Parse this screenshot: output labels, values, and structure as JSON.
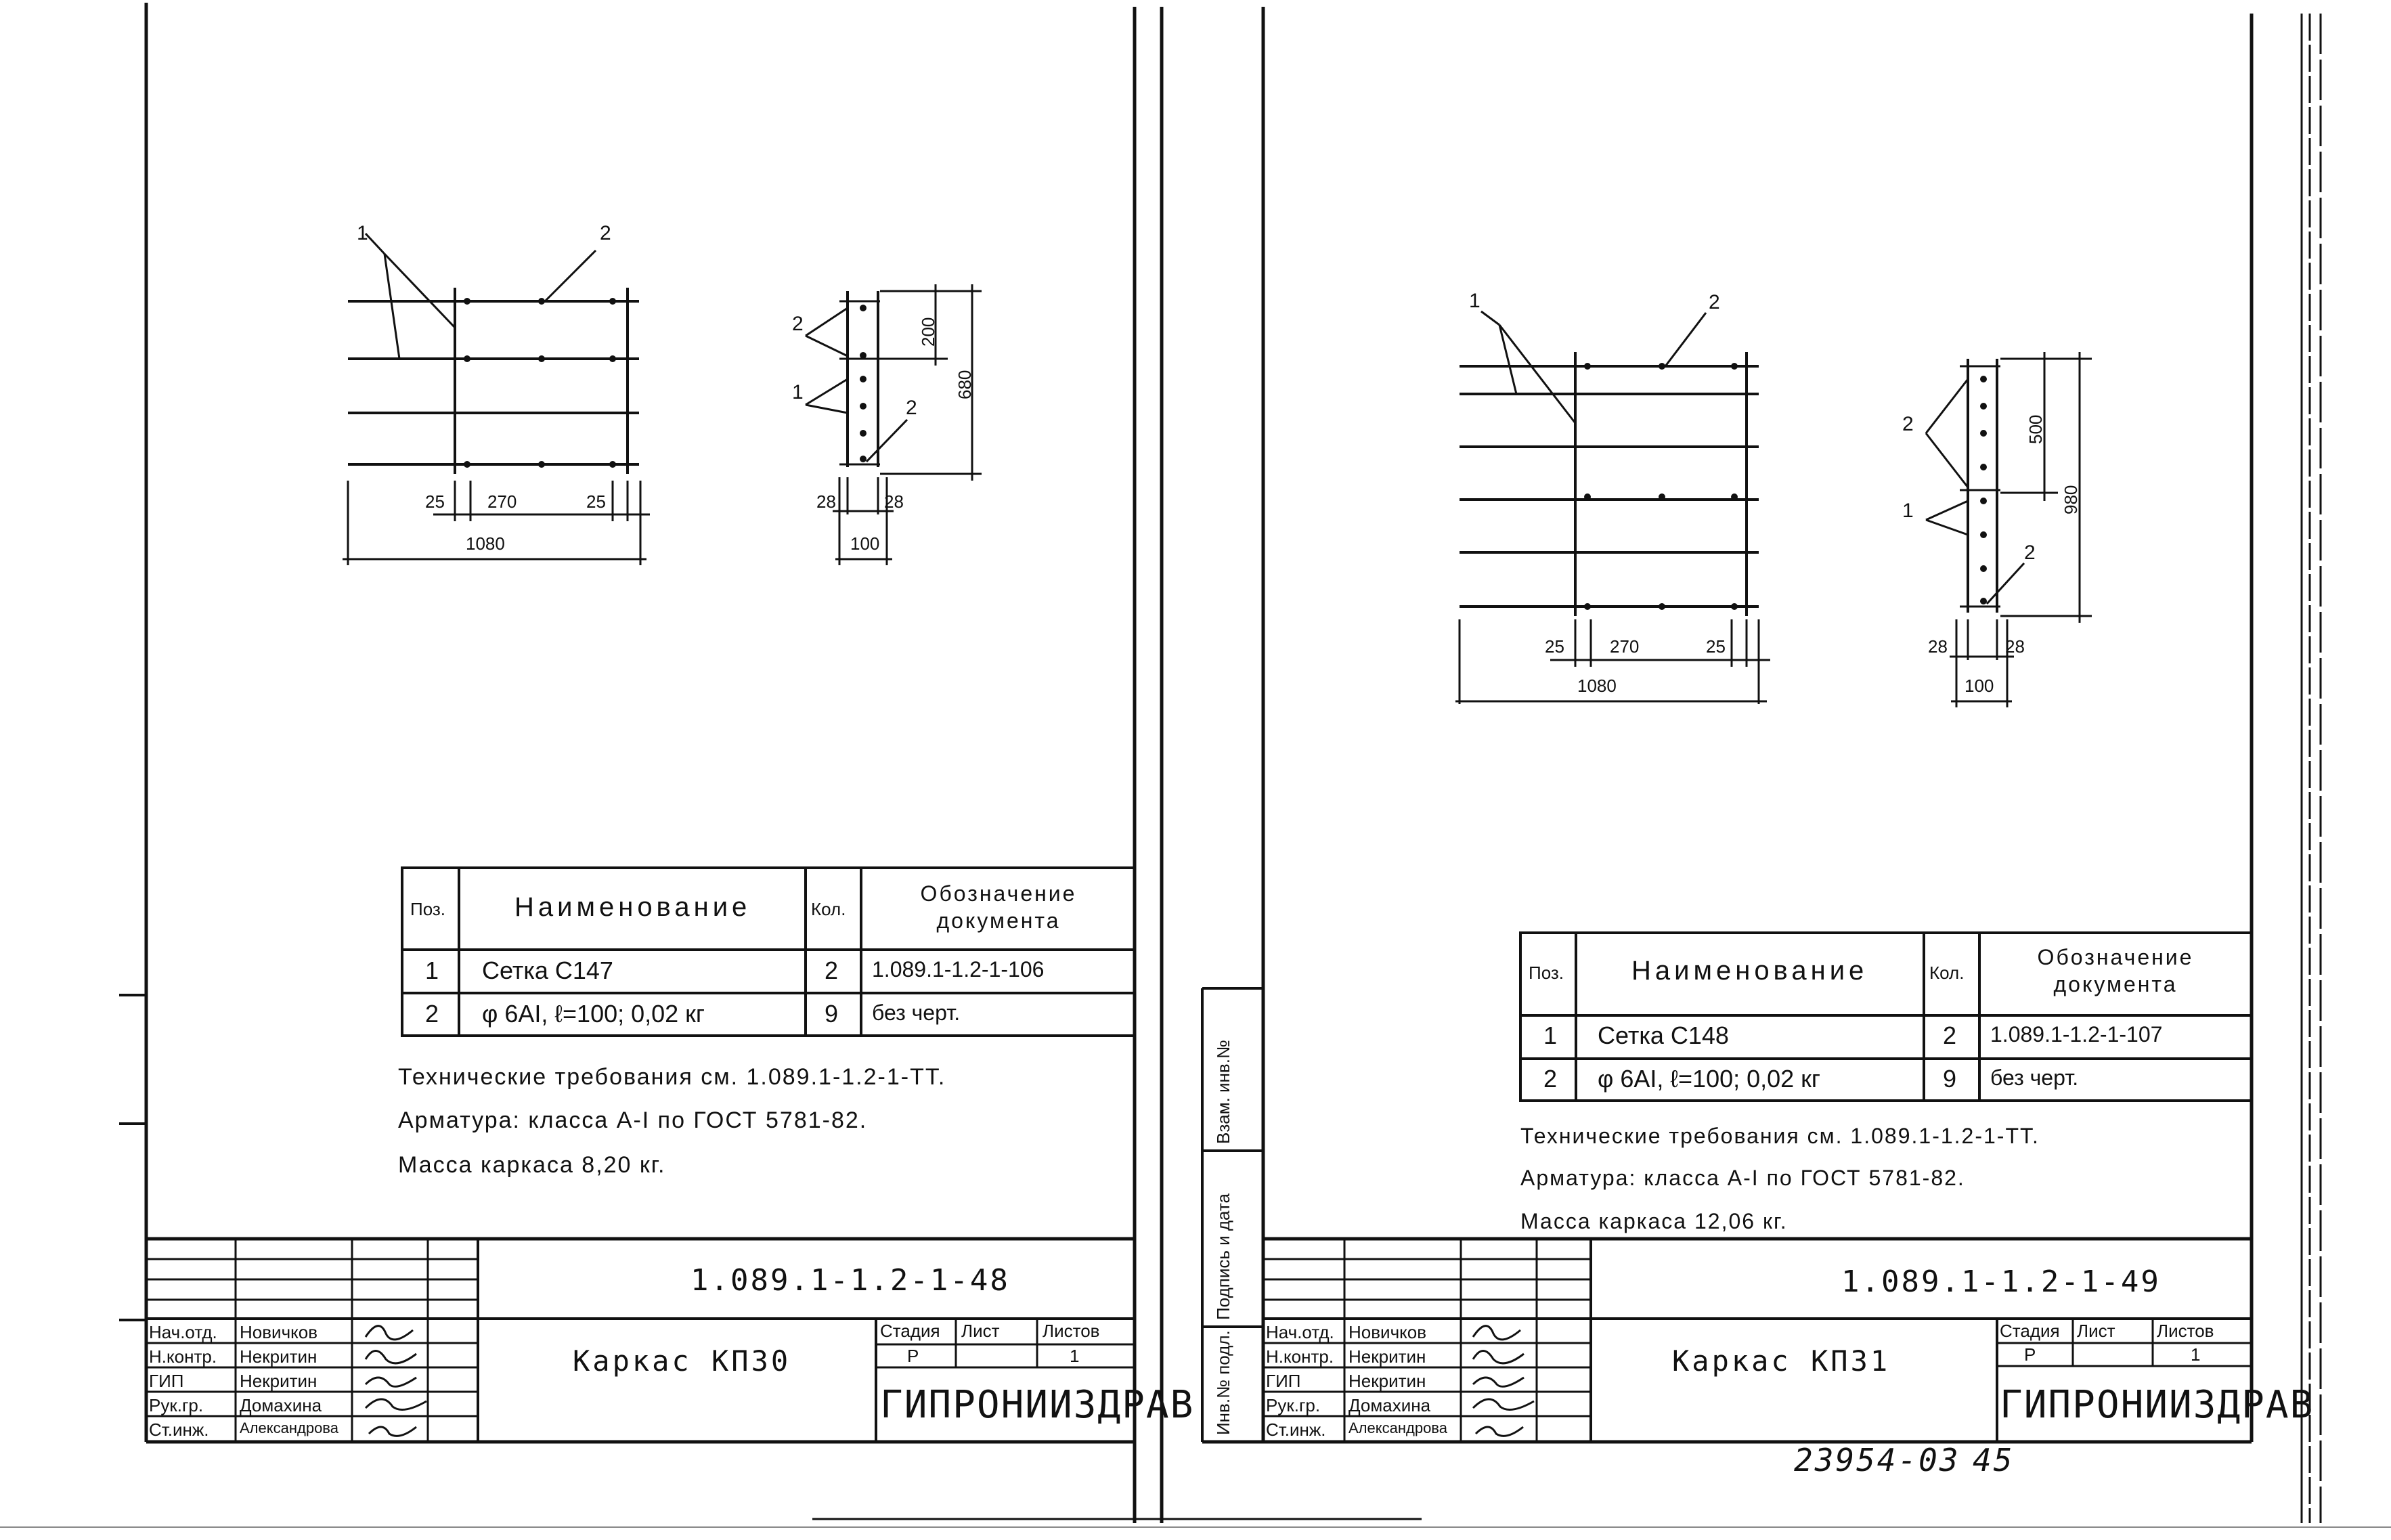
{
  "sheets": [
    {
      "drawing": {
        "callouts": [
          "1",
          "2",
          "2",
          "1",
          "2"
        ],
        "dims_front": [
          "25",
          "270",
          "25",
          "1080"
        ],
        "dims_side": [
          "200",
          "680",
          "28",
          "28",
          "100"
        ]
      },
      "spec": {
        "headers": [
          "Поз.",
          "Наименование",
          "Кол.",
          "Обозначение документа"
        ],
        "rows": [
          [
            "1",
            "Сетка С147",
            "2",
            "1.089.1-1.2-1-106"
          ],
          [
            "2",
            "φ 6АI, ℓ=100; 0,02 кг",
            "9",
            "без черт."
          ]
        ]
      },
      "notes": [
        "Технические требования см. 1.089.1-1.2-1-ТТ.",
        "Арматура: класса А-I по ГОСТ 5781-82.",
        "Масса каркаса 8,20 кг."
      ],
      "title_block": {
        "doc_code": "1.089.1-1.2-1-48",
        "name": "Каркас КП30",
        "roles": [
          "Нач.отд.",
          "Н.контр.",
          "ГИП",
          "Рук.гр.",
          "Ст.инж."
        ],
        "people": [
          "Новичков",
          "Некритин",
          "Некритин",
          "Домахина",
          "Александрова"
        ],
        "stage_header": [
          "Стадия",
          "Лист",
          "Листов"
        ],
        "stage_values": [
          "Р",
          "",
          "1"
        ],
        "org": "ГИПРОНИИЗДРАВ"
      }
    },
    {
      "drawing": {
        "callouts": [
          "1",
          "2",
          "2",
          "1",
          "2"
        ],
        "dims_front": [
          "25",
          "270",
          "25",
          "1080"
        ],
        "dims_side": [
          "500",
          "980",
          "28",
          "28",
          "100"
        ]
      },
      "spec": {
        "headers": [
          "Поз.",
          "Наименование",
          "Кол.",
          "Обозначение документа"
        ],
        "rows": [
          [
            "1",
            "Сетка С148",
            "2",
            "1.089.1-1.2-1-107"
          ],
          [
            "2",
            "φ 6АI, ℓ=100; 0,02 кг",
            "9",
            "без черт."
          ]
        ]
      },
      "notes": [
        "Технические требования см. 1.089.1-1.2-1-ТТ.",
        "Арматура: класса А-I по ГОСТ 5781-82.",
        "Масса каркаса 12,06 кг."
      ],
      "title_block": {
        "doc_code": "1.089.1-1.2-1-49",
        "name": "Каркас КП31",
        "roles": [
          "Нач.отд.",
          "Н.контр.",
          "ГИП",
          "Рук.гр.",
          "Ст.инж."
        ],
        "people": [
          "Новичков",
          "Некритин",
          "Некритин",
          "Домахина",
          "Александрова"
        ],
        "stage_header": [
          "Стадия",
          "Лист",
          "Листов"
        ],
        "stage_values": [
          "Р",
          "",
          "1"
        ],
        "org": "ГИПРОНИИЗДРАВ"
      },
      "side_strip": [
        "Взам. инв.№",
        "Подпись и дата",
        "Инв.№ подл."
      ]
    }
  ],
  "stamp_number": "23954-03",
  "page_number": "45"
}
